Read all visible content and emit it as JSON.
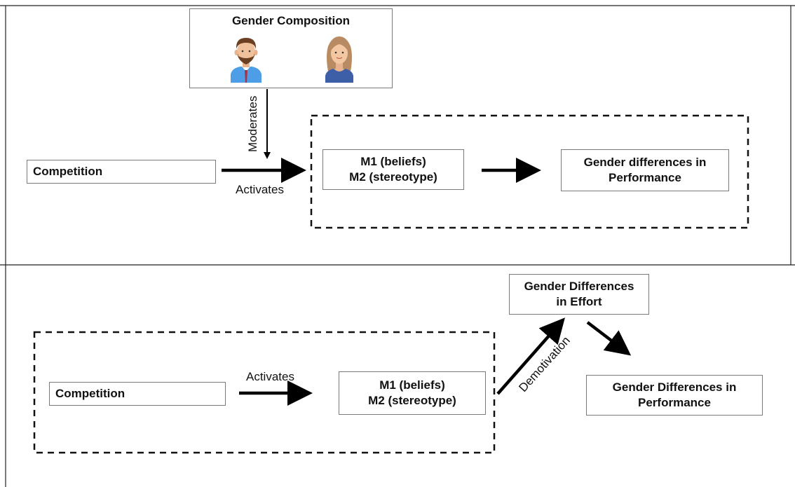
{
  "top_panel": {
    "gender_composition": {
      "title": "Gender Composition",
      "person_male_icon": "man-avatar",
      "person_female_icon": "woman-avatar"
    },
    "moderates_label": "Moderates",
    "competition_label": "Competition",
    "activates_label": "Activates",
    "mediators": {
      "line1": "M1 (beliefs)",
      "line2": "M2 (stereotype)"
    },
    "outcome": {
      "line1": "Gender differences in",
      "line2": "Performance"
    }
  },
  "bottom_panel": {
    "competition_label": "Competition",
    "activates_label": "Activates",
    "mediators": {
      "line1": "M1 (beliefs)",
      "line2": "M2 (stereotype)"
    },
    "effort": {
      "line1": "Gender Differences",
      "line2": "in Effort"
    },
    "demotivation_label": "Demotivation",
    "outcome": {
      "line1": "Gender Differences in",
      "line2": "Performance"
    }
  }
}
